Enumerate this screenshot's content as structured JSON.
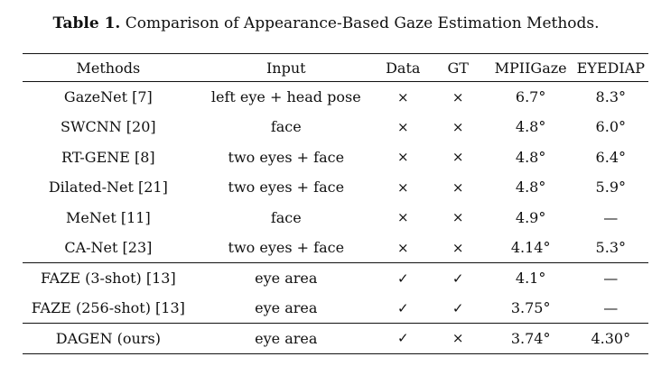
{
  "caption": {
    "label": "Table 1.",
    "text": "Comparison of Appearance-Based Gaze Estimation Methods."
  },
  "table": {
    "headers": [
      "Methods",
      "Input",
      "Data",
      "GT",
      "MPIIGaze",
      "EYEDIAP"
    ],
    "rows": [
      {
        "method": "GazeNet [7]",
        "input": "left eye + head pose",
        "data": "×",
        "gt": "×",
        "mpii": "6.7°",
        "eye": "8.3°"
      },
      {
        "method": "SWCNN [20]",
        "input": "face",
        "data": "×",
        "gt": "×",
        "mpii": "4.8°",
        "eye": "6.0°"
      },
      {
        "method": "RT-GENE [8]",
        "input": "two eyes + face",
        "data": "×",
        "gt": "×",
        "mpii": "4.8°",
        "eye": "6.4°"
      },
      {
        "method": "Dilated-Net [21]",
        "input": "two eyes + face",
        "data": "×",
        "gt": "×",
        "mpii": "4.8°",
        "eye": "5.9°"
      },
      {
        "method": "MeNet [11]",
        "input": "face",
        "data": "×",
        "gt": "×",
        "mpii": "4.9°",
        "eye": "—"
      },
      {
        "method": "CA-Net [23]",
        "input": "two eyes + face",
        "data": "×",
        "gt": "×",
        "mpii": "4.14°",
        "eye": "5.3°"
      },
      {
        "method": "FAZE (3-shot) [13]",
        "input": "eye area",
        "data": "✓",
        "gt": "✓",
        "mpii": "4.1°",
        "eye": "—"
      },
      {
        "method": "FAZE (256-shot) [13]",
        "input": "eye area",
        "data": "✓",
        "gt": "✓",
        "mpii": "3.75°",
        "eye": "—"
      },
      {
        "method": "DAGEN (ours)",
        "input": "eye area",
        "data": "✓",
        "gt": "×",
        "mpii": "3.74°",
        "eye": "4.30°"
      }
    ]
  }
}
